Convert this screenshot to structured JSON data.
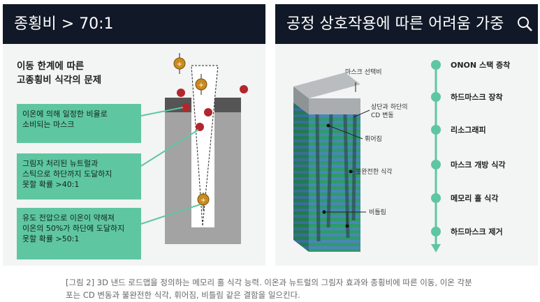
{
  "left": {
    "title": "종횡비 > 70:1",
    "subtitle_line1": "이동 한계에 따른",
    "subtitle_line2": "고종횡비 식각의 문제",
    "ion_symbol": "+",
    "boxes": [
      {
        "line1": "이온에 의해 일정한 비율로",
        "line2": "소비되는 마스크"
      },
      {
        "line1": "그림자 처리된 뉴트럴과",
        "line2": "스틱으로 하단까지 도달하지",
        "line3": "못할 확률 >40:1"
      },
      {
        "line1": "유도 전압으로 이온이 약해져",
        "line2": "이온의 50%가 하단에 도달하지",
        "line3": "못할 확률 >50:1"
      }
    ]
  },
  "right": {
    "title": "공정 상호작용에 따른 어려움 가중",
    "callouts": [
      "마스크 선택비",
      "상단과 하단의",
      "CD 변동",
      "휘어짐",
      "불완전한 식각",
      "비틀림"
    ],
    "steps": [
      "ONON 스택 증착",
      "하드마스크 장착",
      "리소그래피",
      "마스크 개방 식각",
      "메모리 홀 식각",
      "하드마스크 제거"
    ]
  },
  "caption_line1": "[그림 2] 3D 낸드 로드맵을 정의하는 메모리 홀 식각 능력. 이온과 뉴트럴의 그림자 효과와 종횡비에 따른 이동, 이온 각분",
  "caption_line2": "포는 CD 변동과 불완전한 식각, 휘어짐, 비틀림 같은 결함을 일으킨다.",
  "colors": {
    "header": "#111827",
    "accent": "#5fc6a2",
    "stack_green": "#2f9b6b",
    "stack_blue": "#4a86b8",
    "ion": "#c98a1e",
    "particle": "#b3262c"
  }
}
